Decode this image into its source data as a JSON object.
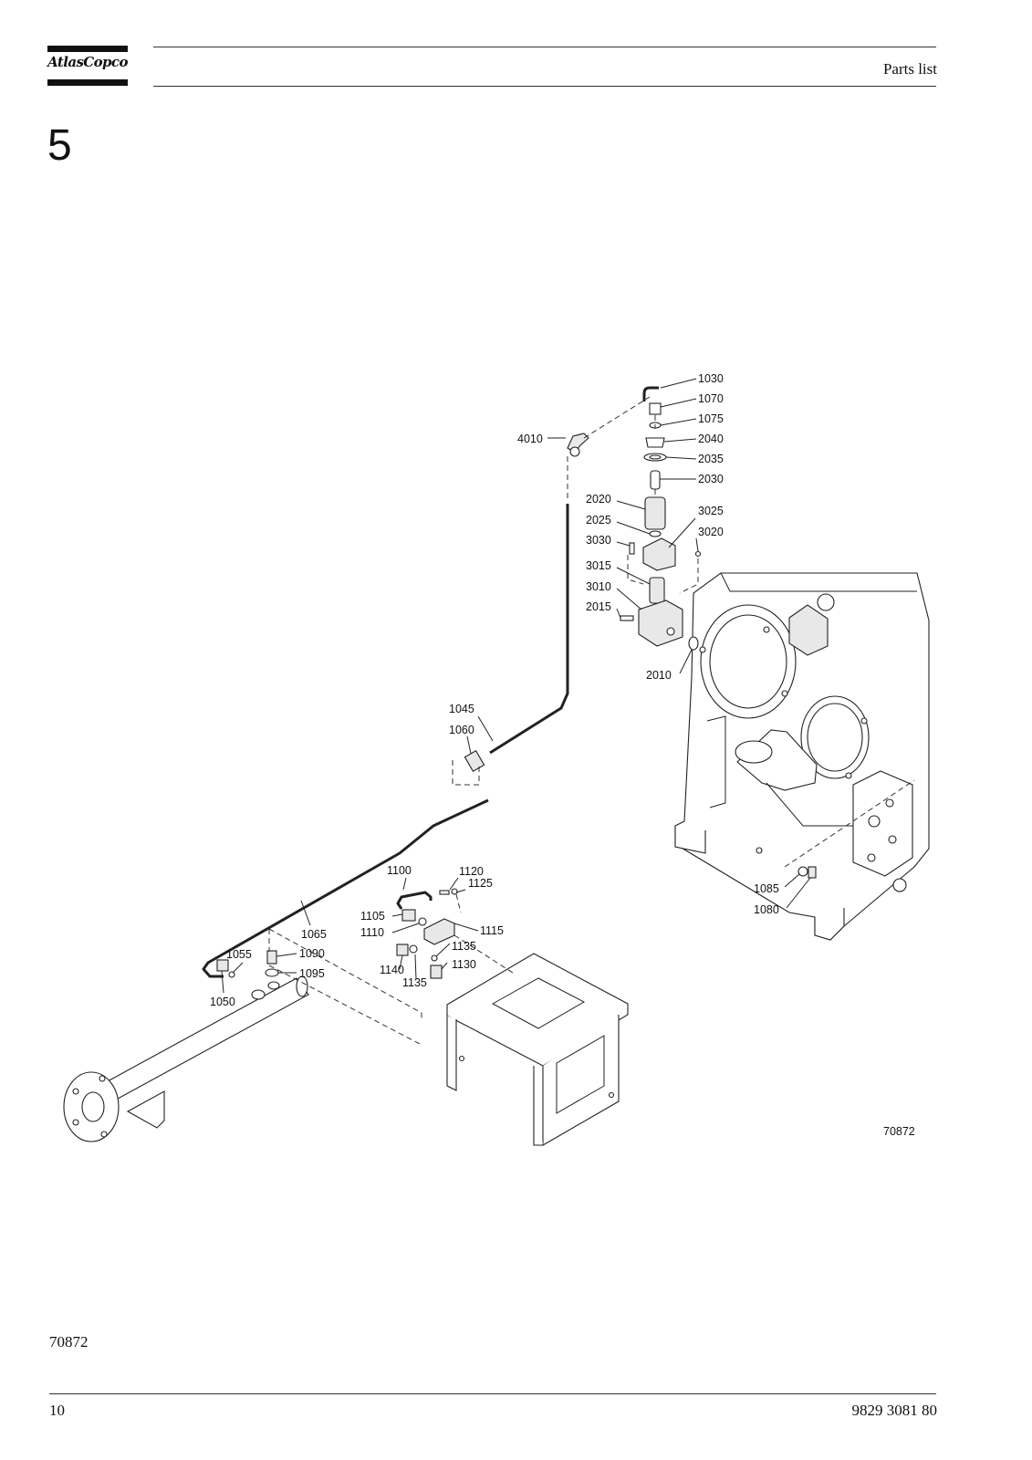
{
  "header": {
    "logo_text": "AtlasCopco",
    "title": "Parts list"
  },
  "section_number": "5",
  "figure": {
    "drawing_number": "70872",
    "callouts": [
      "1030",
      "1070",
      "1075",
      "4010",
      "2040",
      "2035",
      "2030",
      "2020",
      "2025",
      "3025",
      "3030",
      "3020",
      "3015",
      "3010",
      "2015",
      "2010",
      "1045",
      "1060",
      "1100",
      "1120",
      "1125",
      "1105",
      "1110",
      "1115",
      "1065",
      "1055",
      "1090",
      "1135",
      "1130",
      "1140",
      "1095",
      "1050",
      "1085",
      "1080"
    ]
  },
  "figure_ref": "70872",
  "footer": {
    "page_number": "10",
    "doc_number": "9829 3081 80"
  }
}
